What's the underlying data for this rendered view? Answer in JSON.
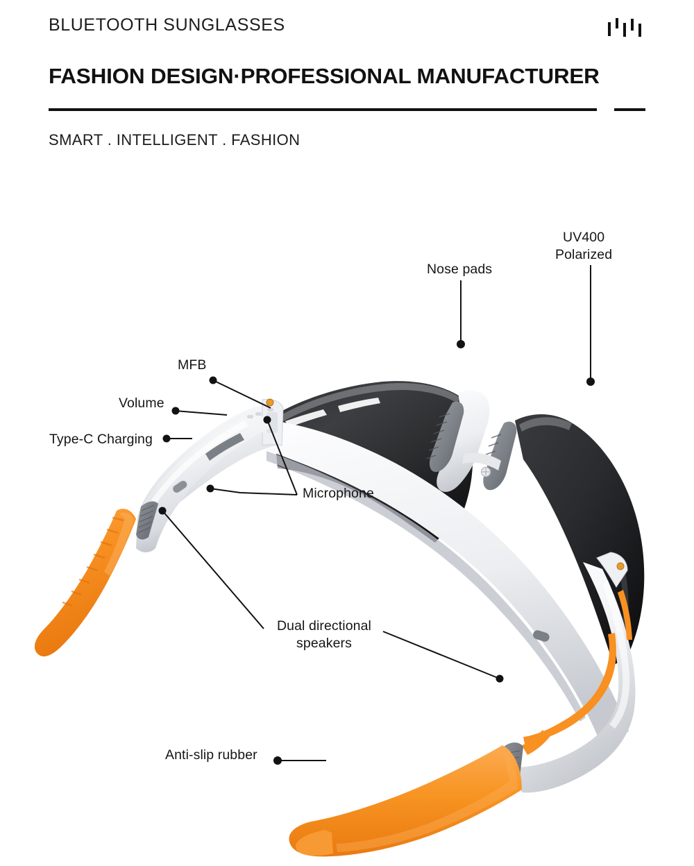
{
  "header": {
    "eyebrow": "BLUETOOTH SUNGLASSES",
    "headline": "FASHION DESIGN·PROFESSIONAL MANUFACTURER",
    "tagline": "SMART . INTELLIGENT . FASHION",
    "icon": "equalizer-icon",
    "divider_color": "#111111"
  },
  "product": {
    "name": "bluetooth-sunglasses",
    "colors": {
      "frame_white": "#f3f4f6",
      "frame_shadow": "#c9ccd1",
      "lens_dark": "#1b1b1d",
      "lens_mid": "#4b4c4f",
      "accent_orange": "#f89022",
      "accent_orange_dark": "#e07611",
      "rubber_gray": "#6f7479",
      "line_black": "#121212"
    }
  },
  "callouts": [
    {
      "id": "uv400",
      "label": "UV400\nPolarized",
      "anchor": "lens-right"
    },
    {
      "id": "nose_pads",
      "label": "Nose pads",
      "anchor": "nose-bridge"
    },
    {
      "id": "mfb",
      "label": "MFB",
      "anchor": "mfb-button"
    },
    {
      "id": "volume",
      "label": "Volume",
      "anchor": "volume-buttons"
    },
    {
      "id": "type_c",
      "label": "Type-C Charging",
      "anchor": "charging-port"
    },
    {
      "id": "microphone",
      "label": "Microphone",
      "anchor": "microphone-holes"
    },
    {
      "id": "speakers",
      "label": "Dual directional\nspeakers",
      "anchor": "speaker-grilles"
    },
    {
      "id": "antislip",
      "label": "Anti-slip rubber",
      "anchor": "temple-tip"
    }
  ]
}
